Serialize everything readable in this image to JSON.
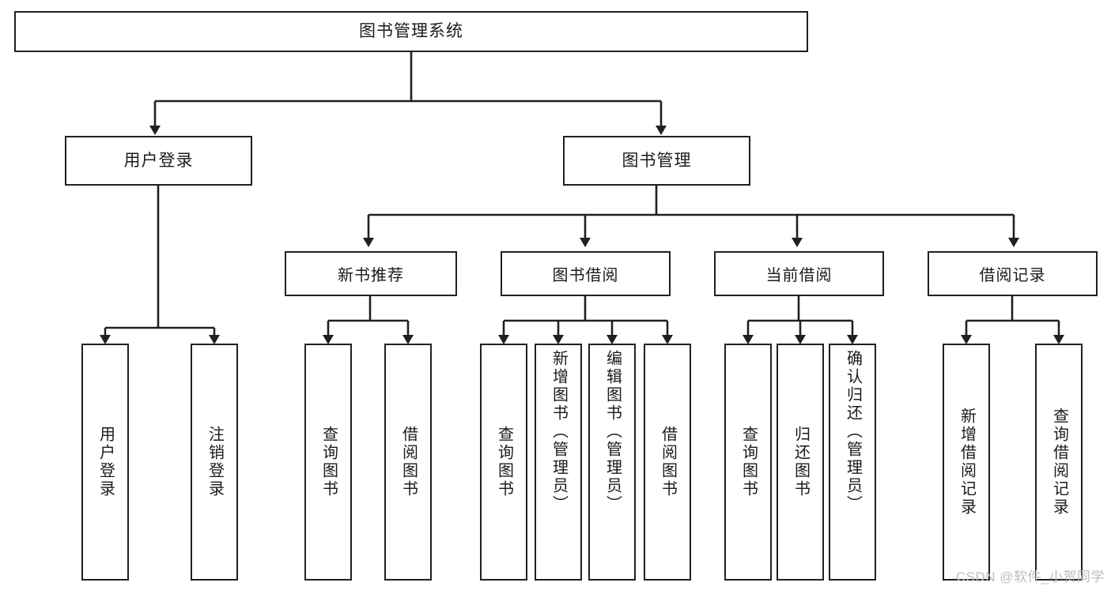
{
  "diagram": {
    "title": "图书管理系统",
    "type": "tree",
    "root": {
      "label": "图书管理系统"
    },
    "level2": [
      {
        "id": "user-login",
        "label": "用户登录"
      },
      {
        "id": "book-manage",
        "label": "图书管理"
      }
    ],
    "level3": [
      {
        "id": "new-book-rec",
        "label": "新书推荐",
        "parent": "book-manage"
      },
      {
        "id": "book-borrow",
        "label": "图书借阅",
        "parent": "book-manage"
      },
      {
        "id": "current-borrow",
        "label": "当前借阅",
        "parent": "book-manage"
      },
      {
        "id": "borrow-record",
        "label": "借阅记录",
        "parent": "book-manage"
      }
    ],
    "leaves": [
      {
        "id": "leaf-user-login",
        "label": "用户登录",
        "parent": "user-login"
      },
      {
        "id": "leaf-logout-login",
        "label": "注销登录",
        "parent": "user-login"
      },
      {
        "id": "leaf-query-book-1",
        "label": "查询图书",
        "parent": "new-book-rec"
      },
      {
        "id": "leaf-borrow-book-1",
        "label": "借阅图书",
        "parent": "new-book-rec"
      },
      {
        "id": "leaf-query-book-2",
        "label": "查询图书",
        "parent": "book-borrow"
      },
      {
        "id": "leaf-add-book",
        "label": "新增图书（管理员）",
        "parent": "book-borrow"
      },
      {
        "id": "leaf-edit-book",
        "label": "编辑图书（管理员）",
        "parent": "book-borrow"
      },
      {
        "id": "leaf-borrow-book-2",
        "label": "借阅图书",
        "parent": "book-borrow"
      },
      {
        "id": "leaf-query-book-3",
        "label": "查询图书",
        "parent": "current-borrow"
      },
      {
        "id": "leaf-return-book",
        "label": "归还图书",
        "parent": "current-borrow"
      },
      {
        "id": "leaf-confirm-return",
        "label": "确认归还（管理员）",
        "parent": "current-borrow"
      },
      {
        "id": "leaf-add-record",
        "label": "新增借阅记录",
        "parent": "borrow-record"
      },
      {
        "id": "leaf-query-record",
        "label": "查询借阅记录",
        "parent": "borrow-record"
      }
    ],
    "colors": {
      "stroke": "#231f20",
      "fill": "#ffffff",
      "text": "#1b1b1b",
      "watermark": "#bdbdbd"
    }
  },
  "watermark": {
    "text": "CSDN @软件_小贺同学"
  }
}
